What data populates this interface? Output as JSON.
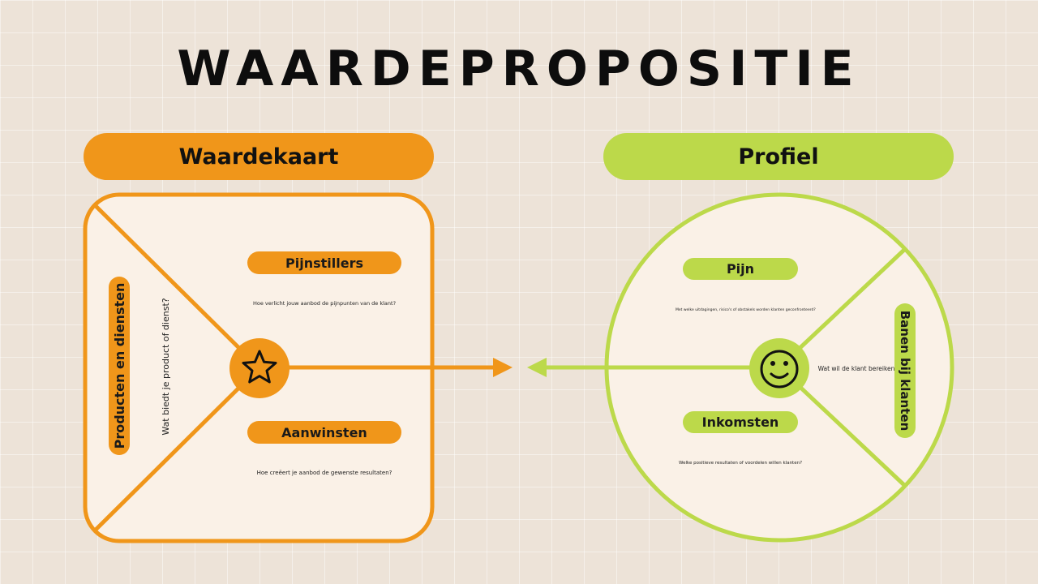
{
  "title": "WAARDEPROPOSITIE",
  "left": {
    "header": "Waardekaart",
    "vertical_label": "Producten en diensten",
    "vertical_question": "Wat biedt je product of dienst?",
    "top_label": "Pijnstillers",
    "top_question": "Hoe verlicht jouw aanbod de pijnpunten van de klant?",
    "bottom_label": "Aanwinsten",
    "bottom_question": "Hoe creëert je aanbod de gewenste resultaten?",
    "center_icon": "star-icon"
  },
  "right": {
    "header": "Profiel",
    "top_label": "Pijn",
    "top_question": "Met welke uitdagingen, risico's of obstakels worden klanten geconfronteerd?",
    "bottom_label": "Inkomsten",
    "bottom_question": "Welke positieve resultaten of voordelen willen klanten?",
    "vertical_label": "Banen bij klanten",
    "vertical_question": "Wat wil de klant bereiken?",
    "center_icon": "smiley-icon"
  },
  "colors": {
    "orange": "#f0961a",
    "green": "#bcd94a",
    "background": "#ede3d8",
    "panel": "#faf1e7"
  }
}
